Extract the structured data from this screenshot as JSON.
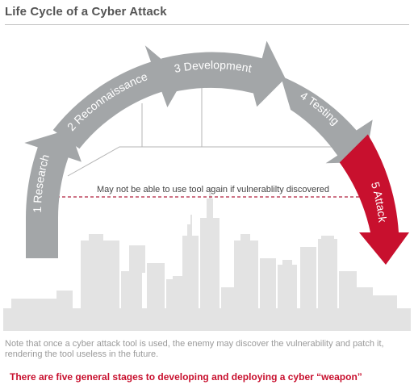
{
  "title": "Life Cycle of a Cyber Attack",
  "stages": [
    {
      "label": "1 Research"
    },
    {
      "label": "2 Reconnaissance"
    },
    {
      "label": "3 Development"
    },
    {
      "label": "4 Testing"
    },
    {
      "label": "5 Attack"
    }
  ],
  "annotation": "May not be able to use tool again if vulnerablilty discovered",
  "note": "Note that once a cyber attack tool is used, the enemy may discover the vulnerability and patch it, rendering the tool useless in the future.",
  "caption": "There are five general stages to developing and deploying a cyber “weapon”",
  "colors": {
    "stage_gray": "#a3a6a8",
    "attack_red": "#c8102e",
    "skyline": "#e3e3e3",
    "dashed_line": "#b0223f",
    "title_text": "#555555",
    "note_text": "#9a9a9a"
  }
}
